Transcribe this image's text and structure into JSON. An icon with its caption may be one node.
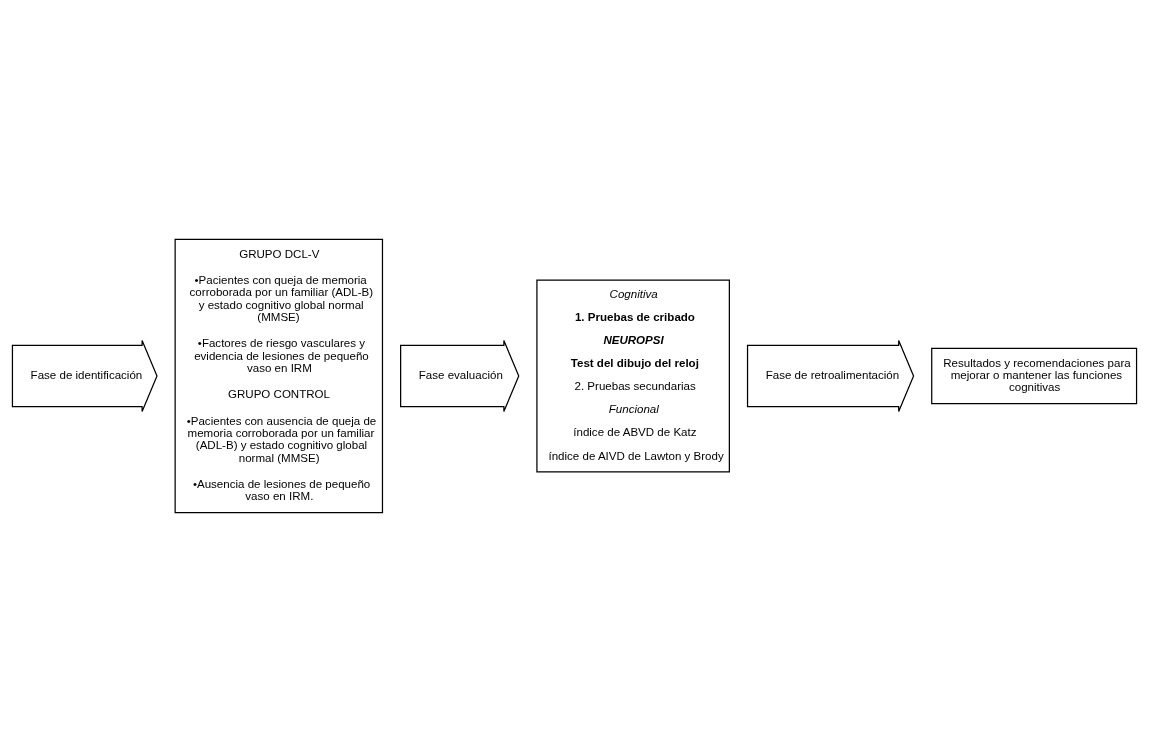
{
  "diagram": {
    "nodes": [
      {
        "text": [
          "Fase de identificación"
        ]
      },
      {
        "text": [
          "GRUPO DCL-V",
          "•Pacientes con queja de memoria corroborada por un familiar (ADL-B) y estado cognitivo global normal (MMSE)",
          "•Factores de riesgo vasculares y evidencia de lesiones de pequeño vaso en IRM",
          "GRUPO CONTROL",
          "•Pacientes con ausencia de queja de memoria corroborada por un familiar (ADL-B) y estado cognitivo global normal (MMSE)",
          "•Ausencia de lesiones de pequeño vaso en IRM."
        ]
      },
      {
        "text": [
          "Fase evaluación"
        ]
      },
      {
        "text": [
          "Cognitiva",
          "1. Pruebas de cribado",
          "NEUROPSI",
          "Test del dibujo del reloj",
          "2. Pruebas secundarias",
          "Funcional",
          "índice de ABVD de Katz",
          "índice de AIVD de Lawton y Brody"
        ]
      },
      {
        "text": [
          "Fase de retroalimentación"
        ]
      },
      {
        "text": [
          "Resultados y recomendaciones para mejorar o mantener las funciones cognitivas"
        ]
      }
    ]
  }
}
